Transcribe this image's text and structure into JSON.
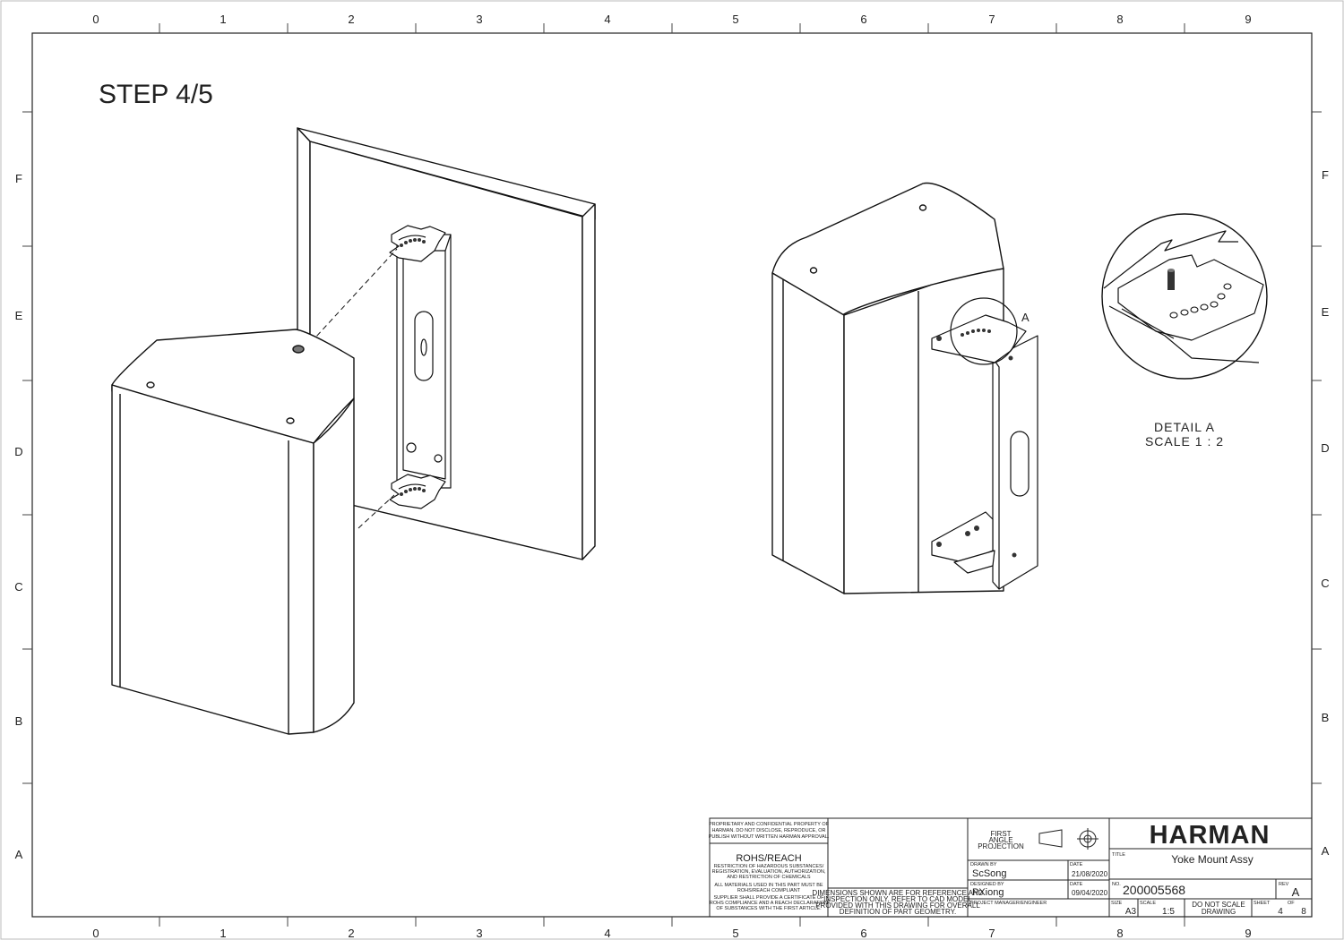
{
  "step_title": "STEP 4/5",
  "zones": {
    "columns": [
      "0",
      "1",
      "2",
      "3",
      "4",
      "5",
      "6",
      "7",
      "8",
      "9"
    ],
    "rows": [
      "F",
      "E",
      "D",
      "C",
      "B",
      "A"
    ]
  },
  "detail": {
    "callout": "A",
    "title": "DETAIL A",
    "scale": "SCALE 1 : 2"
  },
  "title_block": {
    "proprietary": [
      "PROPRIETARY AND CONFIDENTIAL PROPERTY OF",
      "HARMAN. DO NOT DISCLOSE, REPRODUCE, OR",
      "PUBLISH WITHOUT WRITTEN HARMAN APPROVAL."
    ],
    "rohs_title": "ROHS/REACH",
    "rohs_text": [
      "RESTRICTION OF HAZARDOUS SUBSTANCES/",
      "REGISTRATION, EVALUATION, AUTHORIZATION,",
      "AND RESTRICTION OF CHEMICALS"
    ],
    "rohs_text2": [
      "ALL MATERIALS USED IN THIS PART MUST BE",
      "ROHS/REACH COMPLIANT"
    ],
    "rohs_text3": [
      "SUPPLIER SHALL PROVIDE A CERTIFICATE OF",
      "ROHS COMPLIANCE AND A REACH DECLARATION",
      "OF SUBSTANCES WITH THE FIRST ARTICLE."
    ],
    "dimensions_note": [
      "DIMENSIONS SHOWN ARE FOR REFERENCE AND",
      "INSPECTION ONLY. REFER TO CAD MODEL",
      "PROVIDED WITH THIS DRAWING FOR OVERALL",
      "DEFINITION OF PART GEOMETRY."
    ],
    "projection": [
      "FIRST",
      "ANGLE",
      "PROJECTION"
    ],
    "drawn_by_label": "DRAWN BY",
    "drawn_by": "ScSong",
    "date_label": "DATE",
    "drawn_date": "21/08/2020",
    "designed_by_label": "DESIGNED BY",
    "designed_by": "PXiong",
    "designed_date": "09/04/2020",
    "pm_label": "PROJECT MANAGER/ENGINEER",
    "brand": "HARMAN",
    "title_label": "TITLE",
    "title": "Yoke Mount Assy",
    "no_label": "NO.",
    "number": "200005568",
    "rev_label": "REV",
    "rev": "A",
    "size_label": "SIZE",
    "size": "A3",
    "scale_label": "SCALE",
    "scale": "1:5",
    "do_not_scale": [
      "DO NOT SCALE",
      "DRAWING"
    ],
    "sheet_label": "SHEET",
    "of_label": "OF",
    "sheet": "4",
    "sheet_total": "8"
  }
}
